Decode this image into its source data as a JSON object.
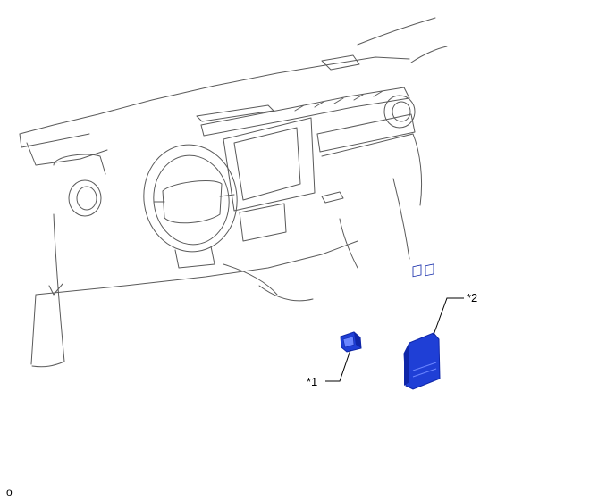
{
  "callouts": {
    "part1_label": "*1",
    "part2_label": "*2"
  },
  "corner_mark": "o",
  "colors": {
    "part_fill": "#1f3fd6",
    "part_dark": "#0f26a8",
    "part_light": "#6b86ff",
    "line": "#555555"
  }
}
